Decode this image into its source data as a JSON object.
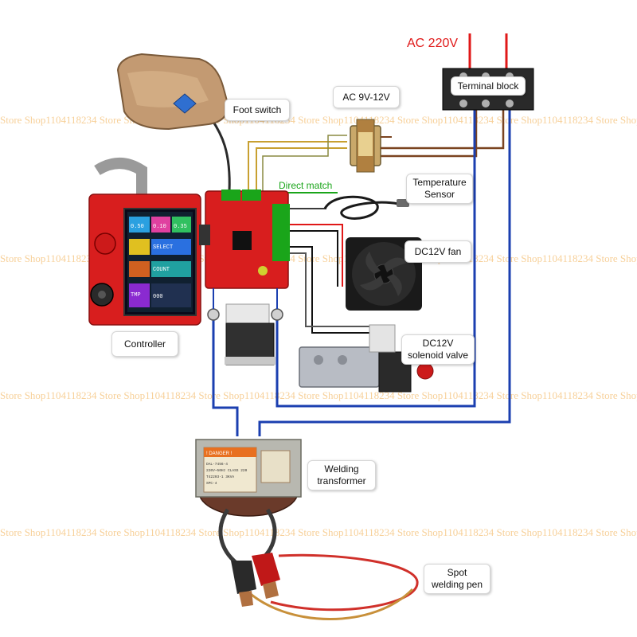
{
  "title_ac": "AC 220V",
  "labels": {
    "terminal_block": "Terminal block",
    "ac_9v_12v": "AC 9V-12V",
    "foot_switch": "Foot switch",
    "direct_match": "Direct match",
    "temperature_sensor": [
      "Temperature",
      "Sensor"
    ],
    "dc12v_fan": "DC12V fan",
    "dc12v_solenoid_valve": [
      "DC12V",
      "solenoid valve"
    ],
    "controller": "Controller",
    "welding_transformer": [
      "Welding",
      "transformer"
    ],
    "spot_welding_pen": [
      "Spot",
      "welding pen"
    ]
  },
  "watermark_text": "Store Shop1104118234",
  "controller_screen": {
    "values": [
      "0.50",
      "0.10",
      "0.35"
    ],
    "count_label": "COUNT",
    "count_value": "000",
    "select_label": "SELECT",
    "temp_label": "TMP"
  },
  "transformer_plate": {
    "warning": "! DANGER !",
    "lines": [
      "DAL-7456-4",
      "220V~50Hz CLASS 220",
      "T42203-1  3KVA",
      "SPC-4"
    ]
  },
  "colors": {
    "ac_wire": "#e01818",
    "dc_wire": "#1b3fb0",
    "signal_wire": "#c8a030",
    "green_wire": "#1aa51a",
    "pcb_red": "#d81e1e",
    "fan_black": "#1a1a1a"
  },
  "icons": [
    "foot-pedal-icon",
    "transformer-icon",
    "terminal-block-icon",
    "temperature-probe-icon",
    "fan-icon",
    "solenoid-valve-icon",
    "controller-board-icon",
    "relay-module-icon",
    "ssr-icon",
    "welding-transformer-icon",
    "welding-pen-icon"
  ]
}
